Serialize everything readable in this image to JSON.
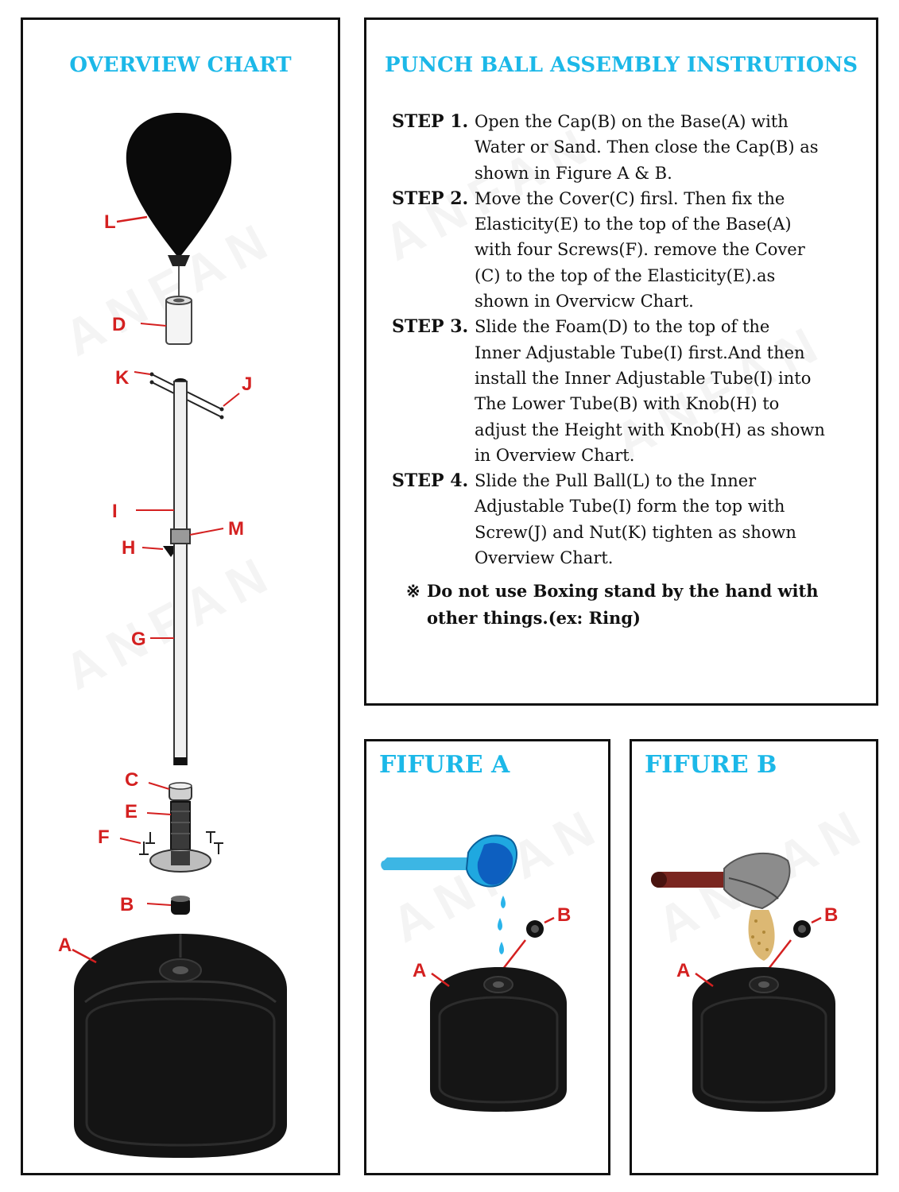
{
  "overview": {
    "title": "OVERVIEW CHART",
    "labels": {
      "L": "L",
      "D": "D",
      "K": "K",
      "J": "J",
      "I": "I",
      "M": "M",
      "H": "H",
      "G": "G",
      "C": "C",
      "E": "E",
      "F": "F",
      "B": "B",
      "A": "A"
    }
  },
  "instructions": {
    "title": "PUNCH BALL ASSEMBLY INSTRUTIONS",
    "steps": [
      {
        "label": "STEP 1.",
        "lines": [
          "Open the Cap(B) on the Base(A) with",
          "Water or Sand. Then close the Cap(B) as",
          "shown in Figure A  &  B."
        ]
      },
      {
        "label": "STEP 2.",
        "lines": [
          "Move the Cover(C)  firsl.    Then fix the",
          "Elasticity(E) to the top of the Base(A)",
          "with four Screws(F). remove the Cover",
          "(C) to the top of the Elasticity(E).as",
          "shown in Overvicw Chart."
        ]
      },
      {
        "label": "STEP 3.",
        "lines": [
          "Slide the Foam(D) to the top of the",
          "Inner Adjustable Tube(I) first.And then",
          "install the Inner Adjustable Tube(I)  into",
          "The Lower Tube(B) with Knob(H) to",
          "adjust the Height with Knob(H) as shown",
          "in Overview Chart."
        ]
      },
      {
        "label": "STEP 4.",
        "lines": [
          "Slide the Pull Ball(L) to the Inner",
          "Adjustable Tube(I) form the top with",
          "Screw(J) and Nut(K)  tighten as shown",
          "Overview Chart."
        ]
      }
    ],
    "note": {
      "mark": "※",
      "lines": [
        "Do not use Boxing stand by the hand with",
        "other things.(ex: Ring)"
      ]
    }
  },
  "figure_a": {
    "title": "FIFURE A",
    "label_a": "A",
    "label_b": "B"
  },
  "figure_b": {
    "title": "FIFURE B",
    "label_a": "A",
    "label_b": "B"
  },
  "watermark": "ANFAN",
  "colors": {
    "title": "#1cb8e8",
    "label": "#d42020",
    "border": "#111111"
  }
}
